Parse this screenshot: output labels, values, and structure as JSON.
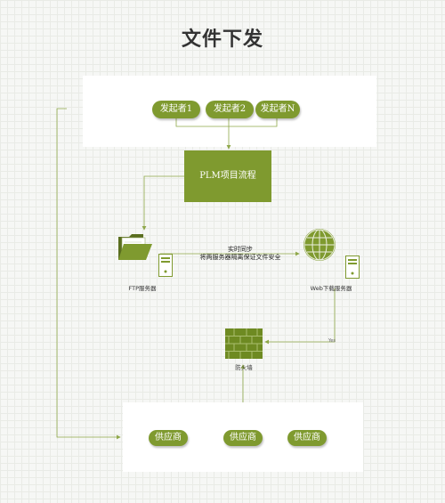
{
  "title": "文件下发",
  "initiators": [
    "发起者1",
    "发起者2",
    "发起者N"
  ],
  "plm": "PLM项目流程",
  "ftp_label": "FTP服务器",
  "web_label": "Web下载服务器",
  "sync_line1": "实时同步",
  "sync_line2": "将两服务器隔离保证文件安全",
  "firewall_label": "防火墙",
  "edge_label": "Yes",
  "suppliers": [
    "供应商",
    "供应商",
    "供应商"
  ],
  "colors": {
    "primary": "#7f9a2f",
    "connector": "#8fa84a",
    "background": "#f6f7f5"
  }
}
